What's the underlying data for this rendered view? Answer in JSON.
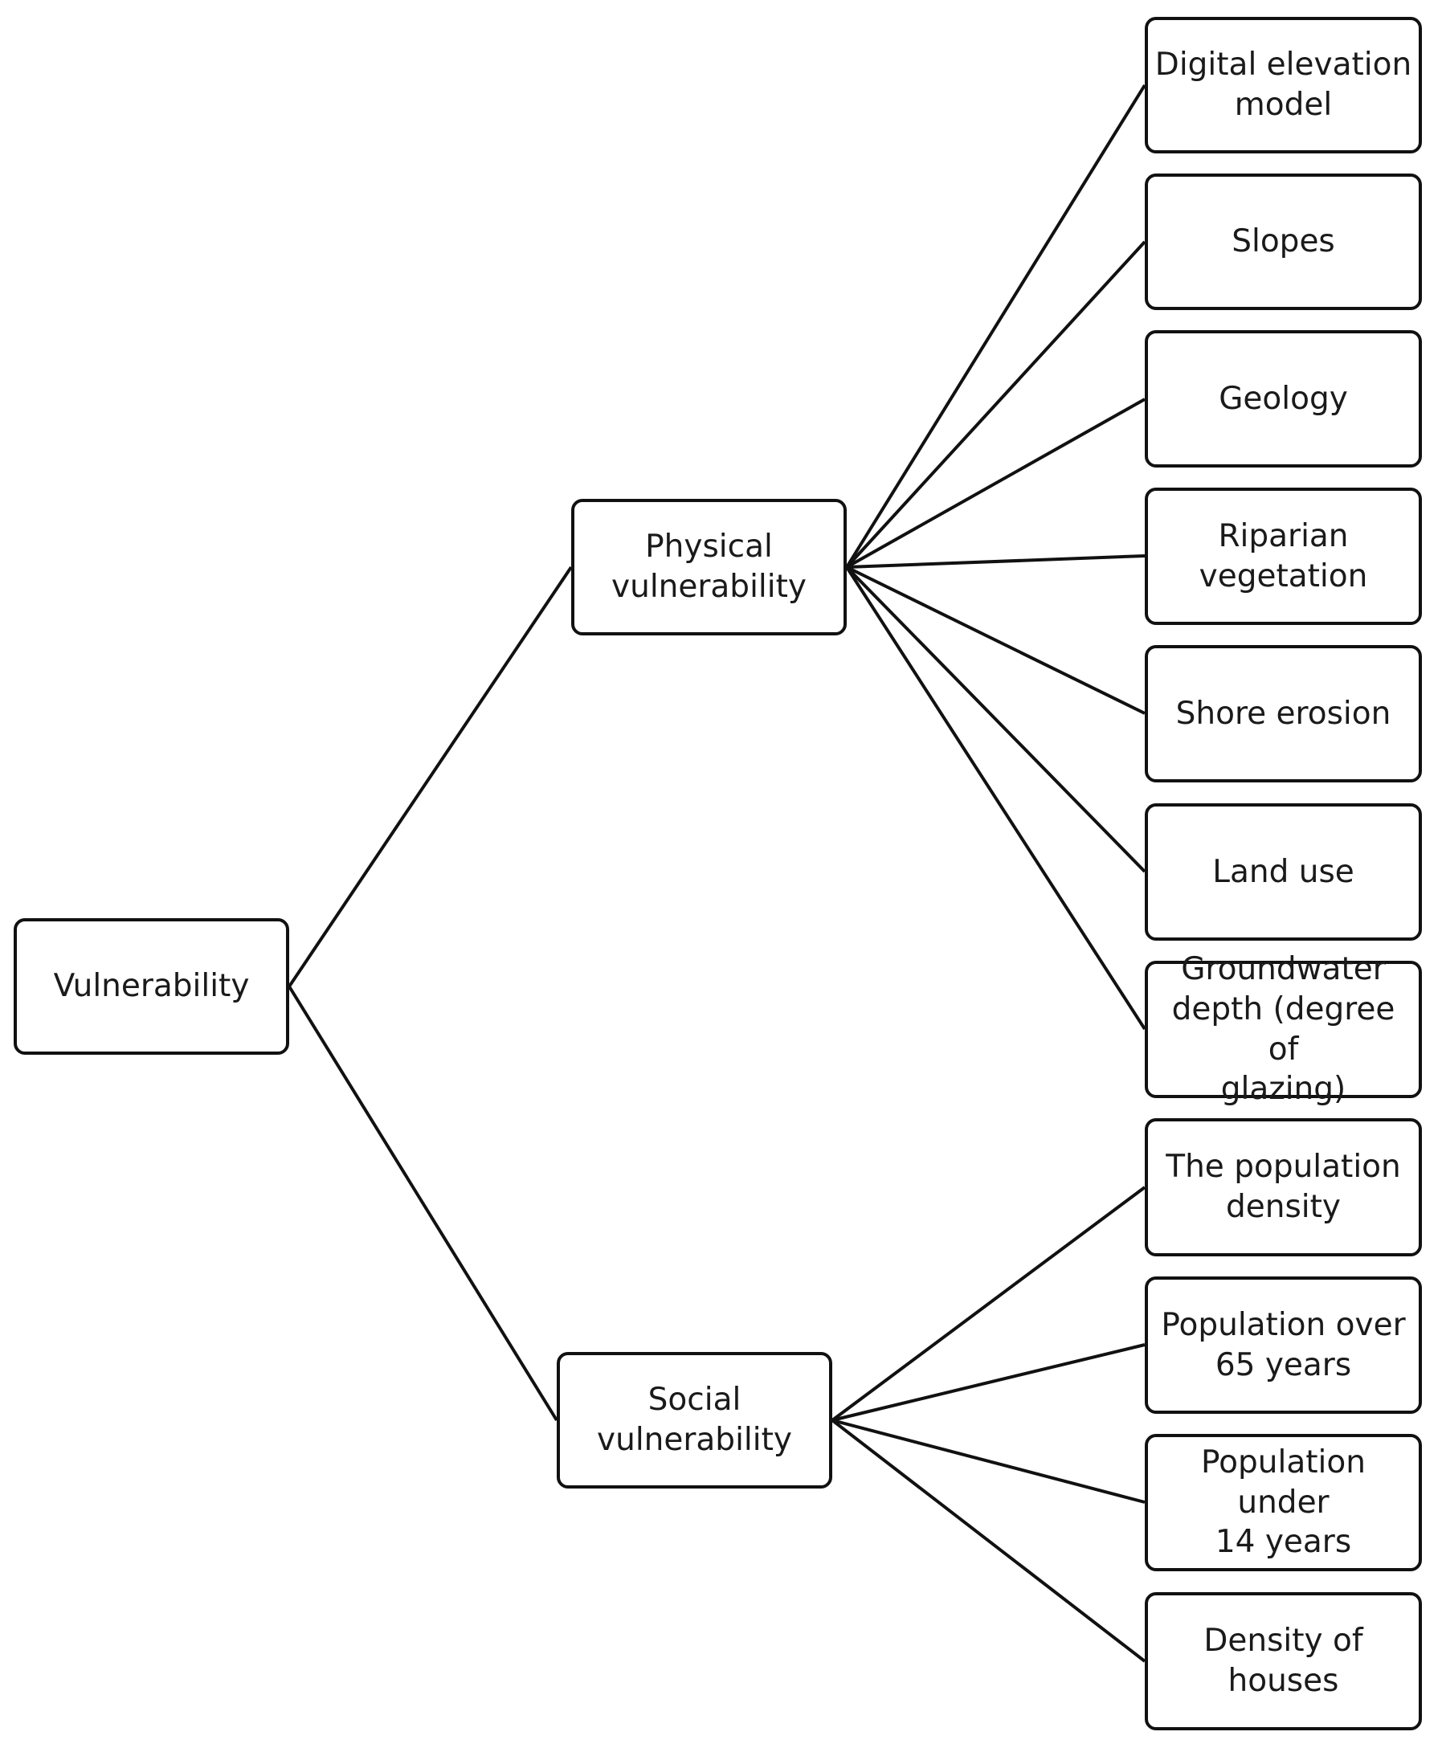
{
  "root": {
    "label": "Vulnerability"
  },
  "branches": {
    "physical": {
      "label": "Physical\nvulnerability",
      "children": [
        "Digital elevation\nmodel",
        "Slopes",
        "Geology",
        "Riparian\nvegetation",
        "Shore erosion",
        "Land use",
        "Groundwater\ndepth (degree of\nglazing)"
      ]
    },
    "social": {
      "label": "Social\nvulnerability",
      "children": [
        "The population\ndensity",
        "Population over\n65 years",
        "Population under\n14 years",
        "Density of\nhouses"
      ]
    }
  },
  "colors": {
    "border": "#111111",
    "line": "#111111",
    "text": "#1a1a1a",
    "background": "#ffffff"
  }
}
